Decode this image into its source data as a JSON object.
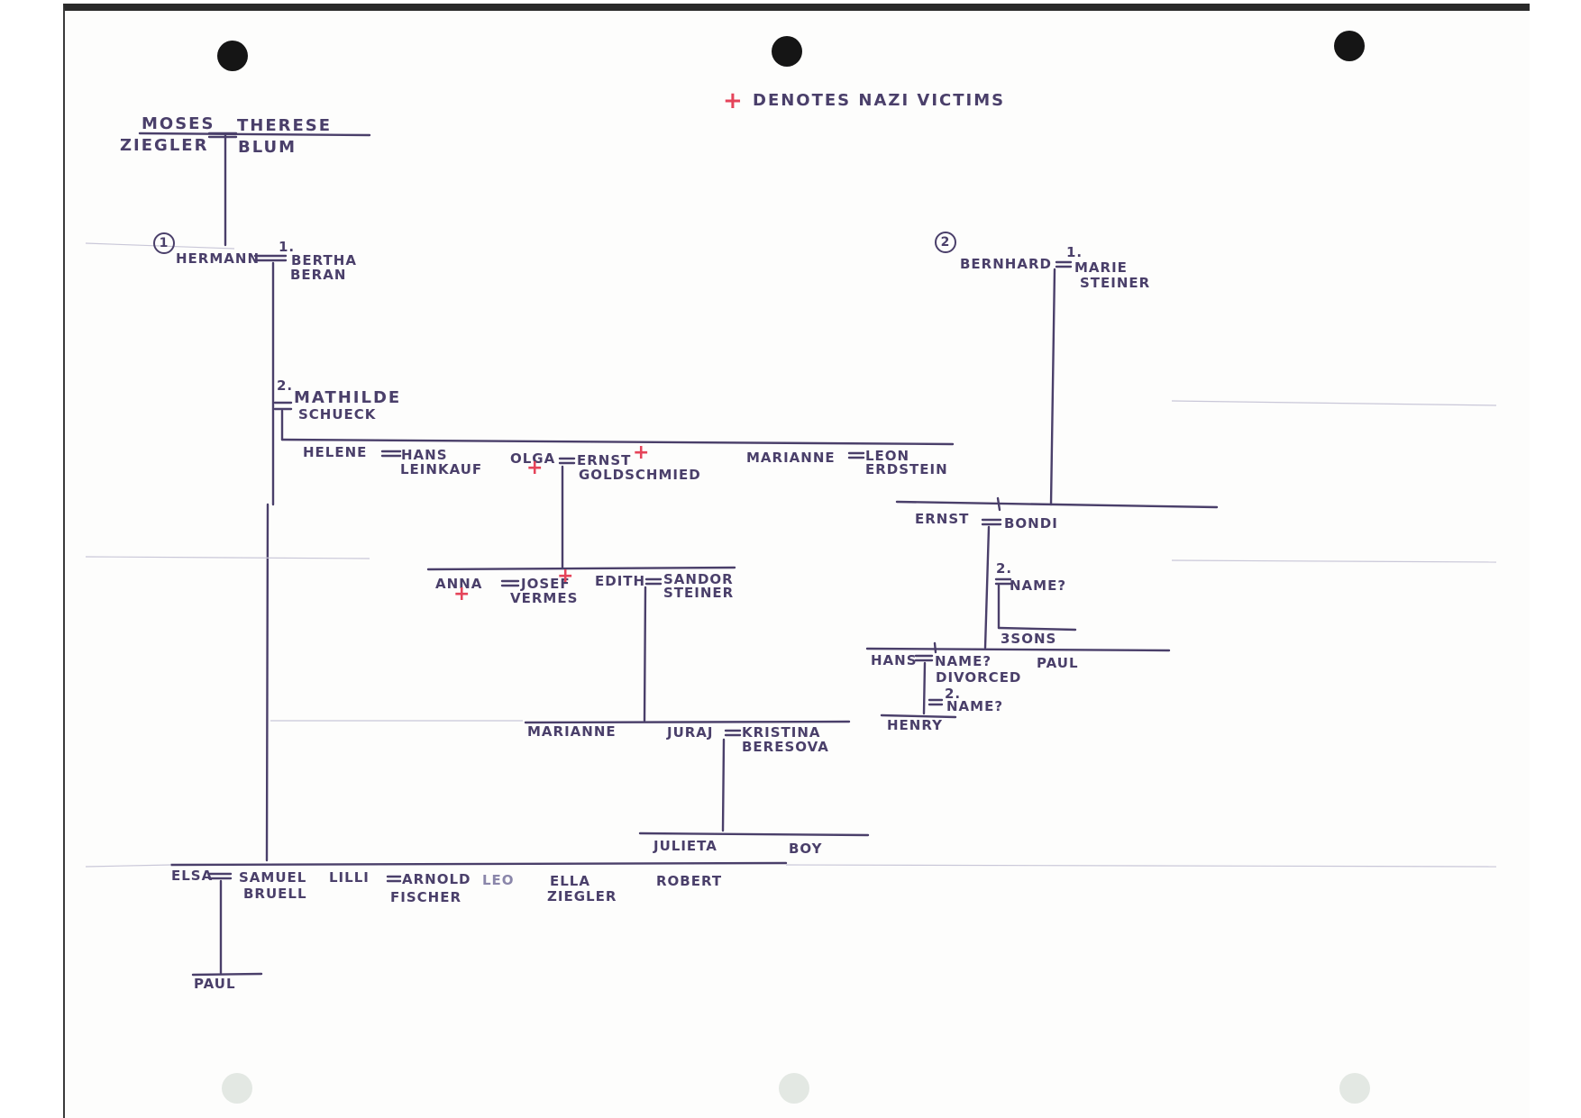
{
  "legend": {
    "marker": "+",
    "text": "DENOTES NAZI VICTIMS"
  },
  "generation0": {
    "moses": "MOSES",
    "ziegler": "ZIEGLER",
    "therese": "THERESE",
    "blum": "BLUM"
  },
  "branch1": {
    "number": "1",
    "hermann": "HERMANN",
    "marriage1": "1.",
    "bertha": "BERTHA",
    "beran": "BERAN",
    "marriage2": "2.",
    "mathilde": "MATHILDE",
    "schueck": "SCHUECK"
  },
  "branch2": {
    "number": "2",
    "bernhard": "BERNHARD",
    "marriage1": "1.",
    "marie": "MARIE",
    "steiner": "STEINER"
  },
  "helene_line": {
    "helene": "HELENE",
    "hans": "HANS",
    "leinkauf": "LEINKAUF",
    "olga": "OLGA",
    "ernst": "ERNST",
    "goldschmied": "GOLDSCHMIED",
    "marianne": "MARIANNE",
    "leon": "LEON",
    "erdstein": "ERDSTEIN"
  },
  "anna_line": {
    "anna": "ANNA",
    "josef": "JOSEF",
    "vermes": "VERMES",
    "edith": "EDITH",
    "sandor": "SANDOR",
    "steiner": "STEINER"
  },
  "marianne_line": {
    "marianne": "MARIANNE",
    "juraj": "JURAJ",
    "kristina": "KRISTINA",
    "beresova": "BERESOVA"
  },
  "julieta_line": {
    "julieta": "JULIETA",
    "boy": "BOY"
  },
  "bondi_line": {
    "ernst": "ERNST",
    "bondi": "BONDI",
    "marriage2": "2.",
    "name": "NAME?",
    "sons": "3SONS"
  },
  "hans_line": {
    "hans": "HANS",
    "name": "NAME?",
    "divorced": "DIVORCED",
    "marriage2": "2.",
    "name2": "NAME?",
    "paul": "PAUL",
    "henry": "HENRY"
  },
  "elsa_line": {
    "elsa": "ELSA",
    "samuel": "SAMUEL",
    "bruell": "BRUELL",
    "lilli": "LILLI",
    "arnold": "ARNOLD",
    "fischer": "FISCHER",
    "leo": "LEO",
    "ella": "ELLA",
    "ziegler": "ZIEGLER",
    "robert": "ROBERT"
  },
  "paul_line": {
    "paul": "PAUL"
  }
}
